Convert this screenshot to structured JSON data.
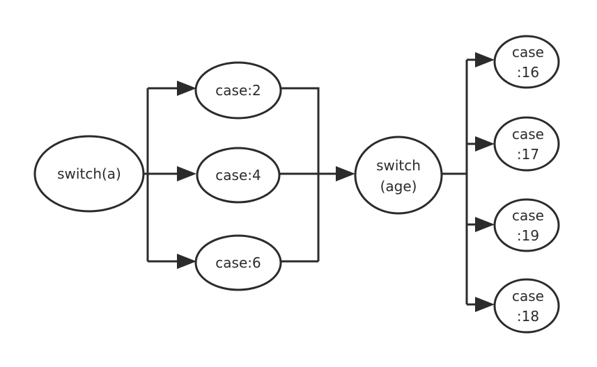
{
  "diagram": {
    "nodes": [
      {
        "id": "switch_a",
        "lines": [
          "switch(a)"
        ]
      },
      {
        "id": "case_2",
        "lines": [
          "case:2"
        ]
      },
      {
        "id": "case_4",
        "lines": [
          "case:4"
        ]
      },
      {
        "id": "case_6",
        "lines": [
          "case:6"
        ]
      },
      {
        "id": "switch_age",
        "lines": [
          "switch",
          "(age)"
        ]
      },
      {
        "id": "case_16",
        "lines": [
          "case",
          ":16"
        ]
      },
      {
        "id": "case_17",
        "lines": [
          "case",
          ":17"
        ]
      },
      {
        "id": "case_19",
        "lines": [
          "case",
          ":19"
        ]
      },
      {
        "id": "case_18",
        "lines": [
          "case",
          ":18"
        ]
      }
    ],
    "edges": [
      {
        "from": "switch_a",
        "to": "case_2"
      },
      {
        "from": "switch_a",
        "to": "case_4"
      },
      {
        "from": "switch_a",
        "to": "case_6"
      },
      {
        "from": "case_2",
        "to": "switch_age"
      },
      {
        "from": "case_4",
        "to": "switch_age"
      },
      {
        "from": "case_6",
        "to": "switch_age"
      },
      {
        "from": "switch_age",
        "to": "case_16"
      },
      {
        "from": "switch_age",
        "to": "case_17"
      },
      {
        "from": "switch_age",
        "to": "case_19"
      },
      {
        "from": "switch_age",
        "to": "case_18"
      }
    ]
  }
}
